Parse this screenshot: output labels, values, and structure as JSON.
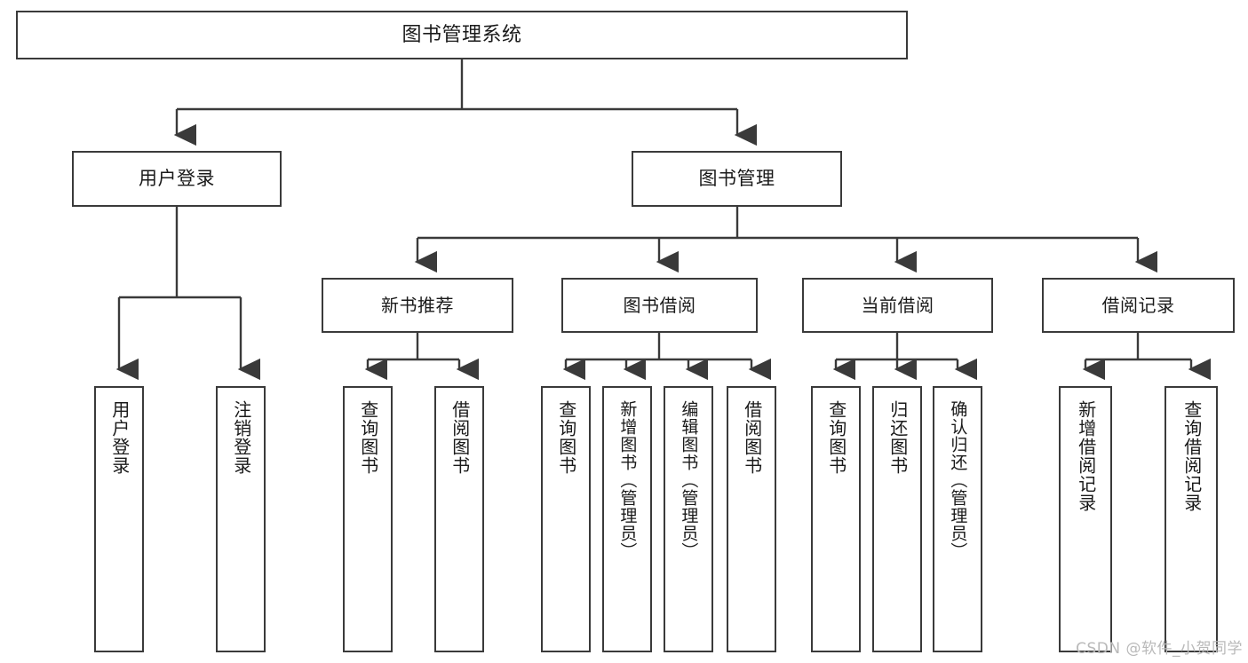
{
  "diagram": {
    "title": "图书管理系统",
    "watermark": "CSDN @软件_小贺同学",
    "colors": {
      "background": "#ffffff",
      "box_stroke": "#3a3a3a",
      "edge_stroke": "#3a3a3a",
      "text": "#1a1a1a",
      "watermark": "#b9b9b9"
    },
    "root": {
      "label": "图书管理系统"
    },
    "level2": [
      {
        "label": "用户登录"
      },
      {
        "label": "图书管理"
      }
    ],
    "level3": [
      {
        "label": "新书推荐"
      },
      {
        "label": "图书借阅"
      },
      {
        "label": "当前借阅"
      },
      {
        "label": "借阅记录"
      }
    ],
    "leaves": {
      "user_login": [
        {
          "label": "用户登录"
        },
        {
          "label": "注销登录"
        }
      ],
      "new_book_recommend": [
        {
          "label": "查询图书"
        },
        {
          "label": "借阅图书"
        }
      ],
      "book_borrow": [
        {
          "label": "查询图书"
        },
        {
          "label": "新增图书（管理员）"
        },
        {
          "label": "编辑图书（管理员）"
        },
        {
          "label": "借阅图书"
        }
      ],
      "current_borrow": [
        {
          "label": "查询图书"
        },
        {
          "label": "归还图书"
        },
        {
          "label": "确认归还（管理员）"
        }
      ],
      "borrow_record": [
        {
          "label": "新增借阅记录"
        },
        {
          "label": "查询借阅记录"
        }
      ]
    }
  }
}
